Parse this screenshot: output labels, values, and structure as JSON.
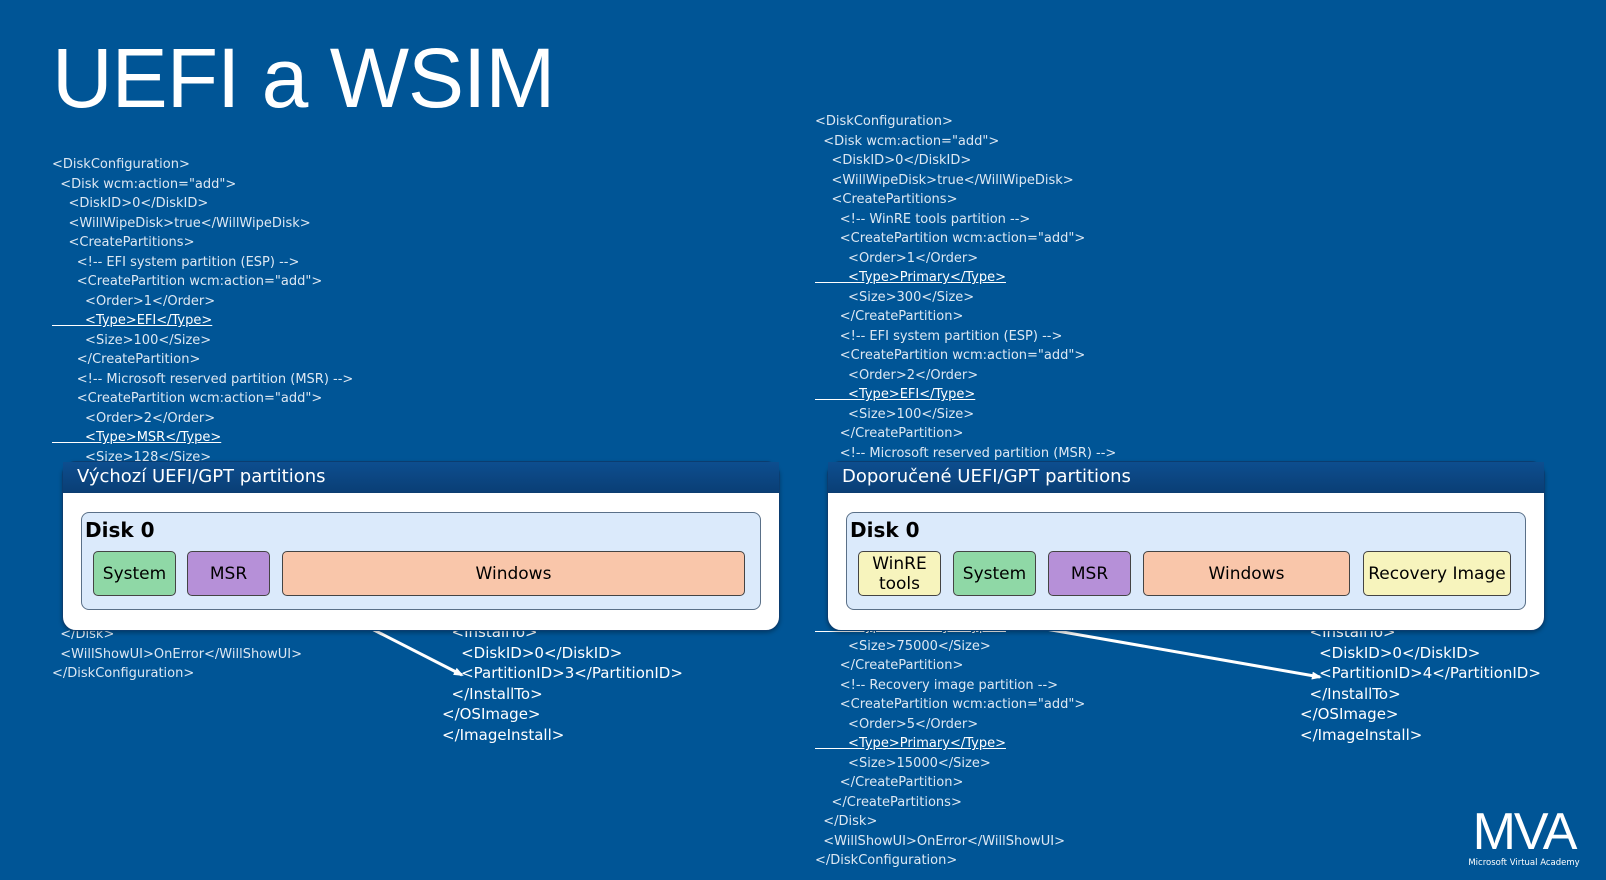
{
  "title": "UEFI a WSIM",
  "xml_left": [
    {
      "t": "<DiskConfiguration>"
    },
    {
      "t": "  <Disk wcm:action=\"add\">"
    },
    {
      "t": "    <DiskID>0</DiskID>"
    },
    {
      "t": "    <WillWipeDisk>true</WillWipeDisk>"
    },
    {
      "t": "    <CreatePartitions>"
    },
    {
      "t": "      <!-- EFI system partition (ESP) -->"
    },
    {
      "t": "      <CreatePartition wcm:action=\"add\">"
    },
    {
      "t": "        <Order>1</Order>"
    },
    {
      "t": "        <Type>EFI</Type>",
      "u": true
    },
    {
      "t": "        <Size>100</Size>"
    },
    {
      "t": "      </CreatePartition>"
    },
    {
      "t": "      <!-- Microsoft reserved partition (MSR) -->"
    },
    {
      "t": "      <CreatePartition wcm:action=\"add\">"
    },
    {
      "t": "        <Order>2</Order>"
    },
    {
      "t": "        <Type>MSR</Type>",
      "u": true
    },
    {
      "t": "        <Size>128</Size>"
    }
  ],
  "xml_left_bottom": [
    {
      "t": "  </Disk>"
    },
    {
      "t": "  <WillShowUI>OnError</WillShowUI>"
    },
    {
      "t": "</DiskConfiguration>"
    }
  ],
  "xml_right": [
    {
      "t": "<DiskConfiguration>"
    },
    {
      "t": "  <Disk wcm:action=\"add\">"
    },
    {
      "t": "    <DiskID>0</DiskID>"
    },
    {
      "t": "    <WillWipeDisk>true</WillWipeDisk>"
    },
    {
      "t": "    <CreatePartitions>"
    },
    {
      "t": "      <!-- WinRE tools partition -->"
    },
    {
      "t": "      <CreatePartition wcm:action=\"add\">"
    },
    {
      "t": "        <Order>1</Order>"
    },
    {
      "t": "        <Type>Primary</Type>",
      "u": true
    },
    {
      "t": "        <Size>300</Size>"
    },
    {
      "t": "      </CreatePartition>"
    },
    {
      "t": "      <!-- EFI system partition (ESP) -->"
    },
    {
      "t": "      <CreatePartition wcm:action=\"add\">"
    },
    {
      "t": "        <Order>2</Order>"
    },
    {
      "t": "        <Type>EFI</Type>",
      "u": true
    },
    {
      "t": "        <Size>100</Size>"
    },
    {
      "t": "      </CreatePartition>"
    },
    {
      "t": "      <!-- Microsoft reserved partition (MSR) -->"
    }
  ],
  "xml_right_bottom": [
    {
      "t": "        <Type>Primary</Type>",
      "u": true
    },
    {
      "t": "        <Size>75000</Size>"
    },
    {
      "t": "      </CreatePartition>"
    },
    {
      "t": "      <!-- Recovery image partition -->"
    },
    {
      "t": "      <CreatePartition wcm:action=\"add\">"
    },
    {
      "t": "        <Order>5</Order>"
    },
    {
      "t": "        <Type>Primary</Type>",
      "u": true
    },
    {
      "t": "        <Size>15000</Size>"
    },
    {
      "t": "      </CreatePartition>"
    },
    {
      "t": "    </CreatePartitions>"
    },
    {
      "t": "  </Disk>"
    },
    {
      "t": "  <WillShowUI>OnError</WillShowUI>"
    },
    {
      "t": "</DiskConfiguration>"
    }
  ],
  "install_left": [
    {
      "t": "  <InstallTo>"
    },
    {
      "t": "    <DiskID>0</DiskID>"
    },
    {
      "t": "    <PartitionID>3</PartitionID>"
    },
    {
      "t": "  </InstallTo>"
    },
    {
      "t": "</OSImage>"
    },
    {
      "t": "</ImageInstall>"
    }
  ],
  "install_right": [
    {
      "t": "  <InstallTo>"
    },
    {
      "t": "    <DiskID>0</DiskID>"
    },
    {
      "t": "    <PartitionID>4</PartitionID>"
    },
    {
      "t": "  </InstallTo>"
    },
    {
      "t": "</OSImage>"
    },
    {
      "t": "</ImageInstall>"
    }
  ],
  "panel_left": {
    "title": "Výchozí UEFI/GPT partitions",
    "disk": "Disk 0",
    "partitions": [
      "System",
      "MSR",
      "Windows"
    ]
  },
  "panel_right": {
    "title": "Doporučené UEFI/GPT partitions",
    "disk": "Disk 0",
    "partitions": [
      "WinRE\ntools",
      "System",
      "MSR",
      "Windows",
      "Recovery Image"
    ]
  },
  "colors": {
    "background": "#005596",
    "system": "#8fd8a6",
    "msr": "#b690d8",
    "windows": "#f9c6aa",
    "winre": "#f7f4bd"
  },
  "logo": {
    "main": "MVA",
    "sub": "Microsoft Virtual Academy"
  }
}
